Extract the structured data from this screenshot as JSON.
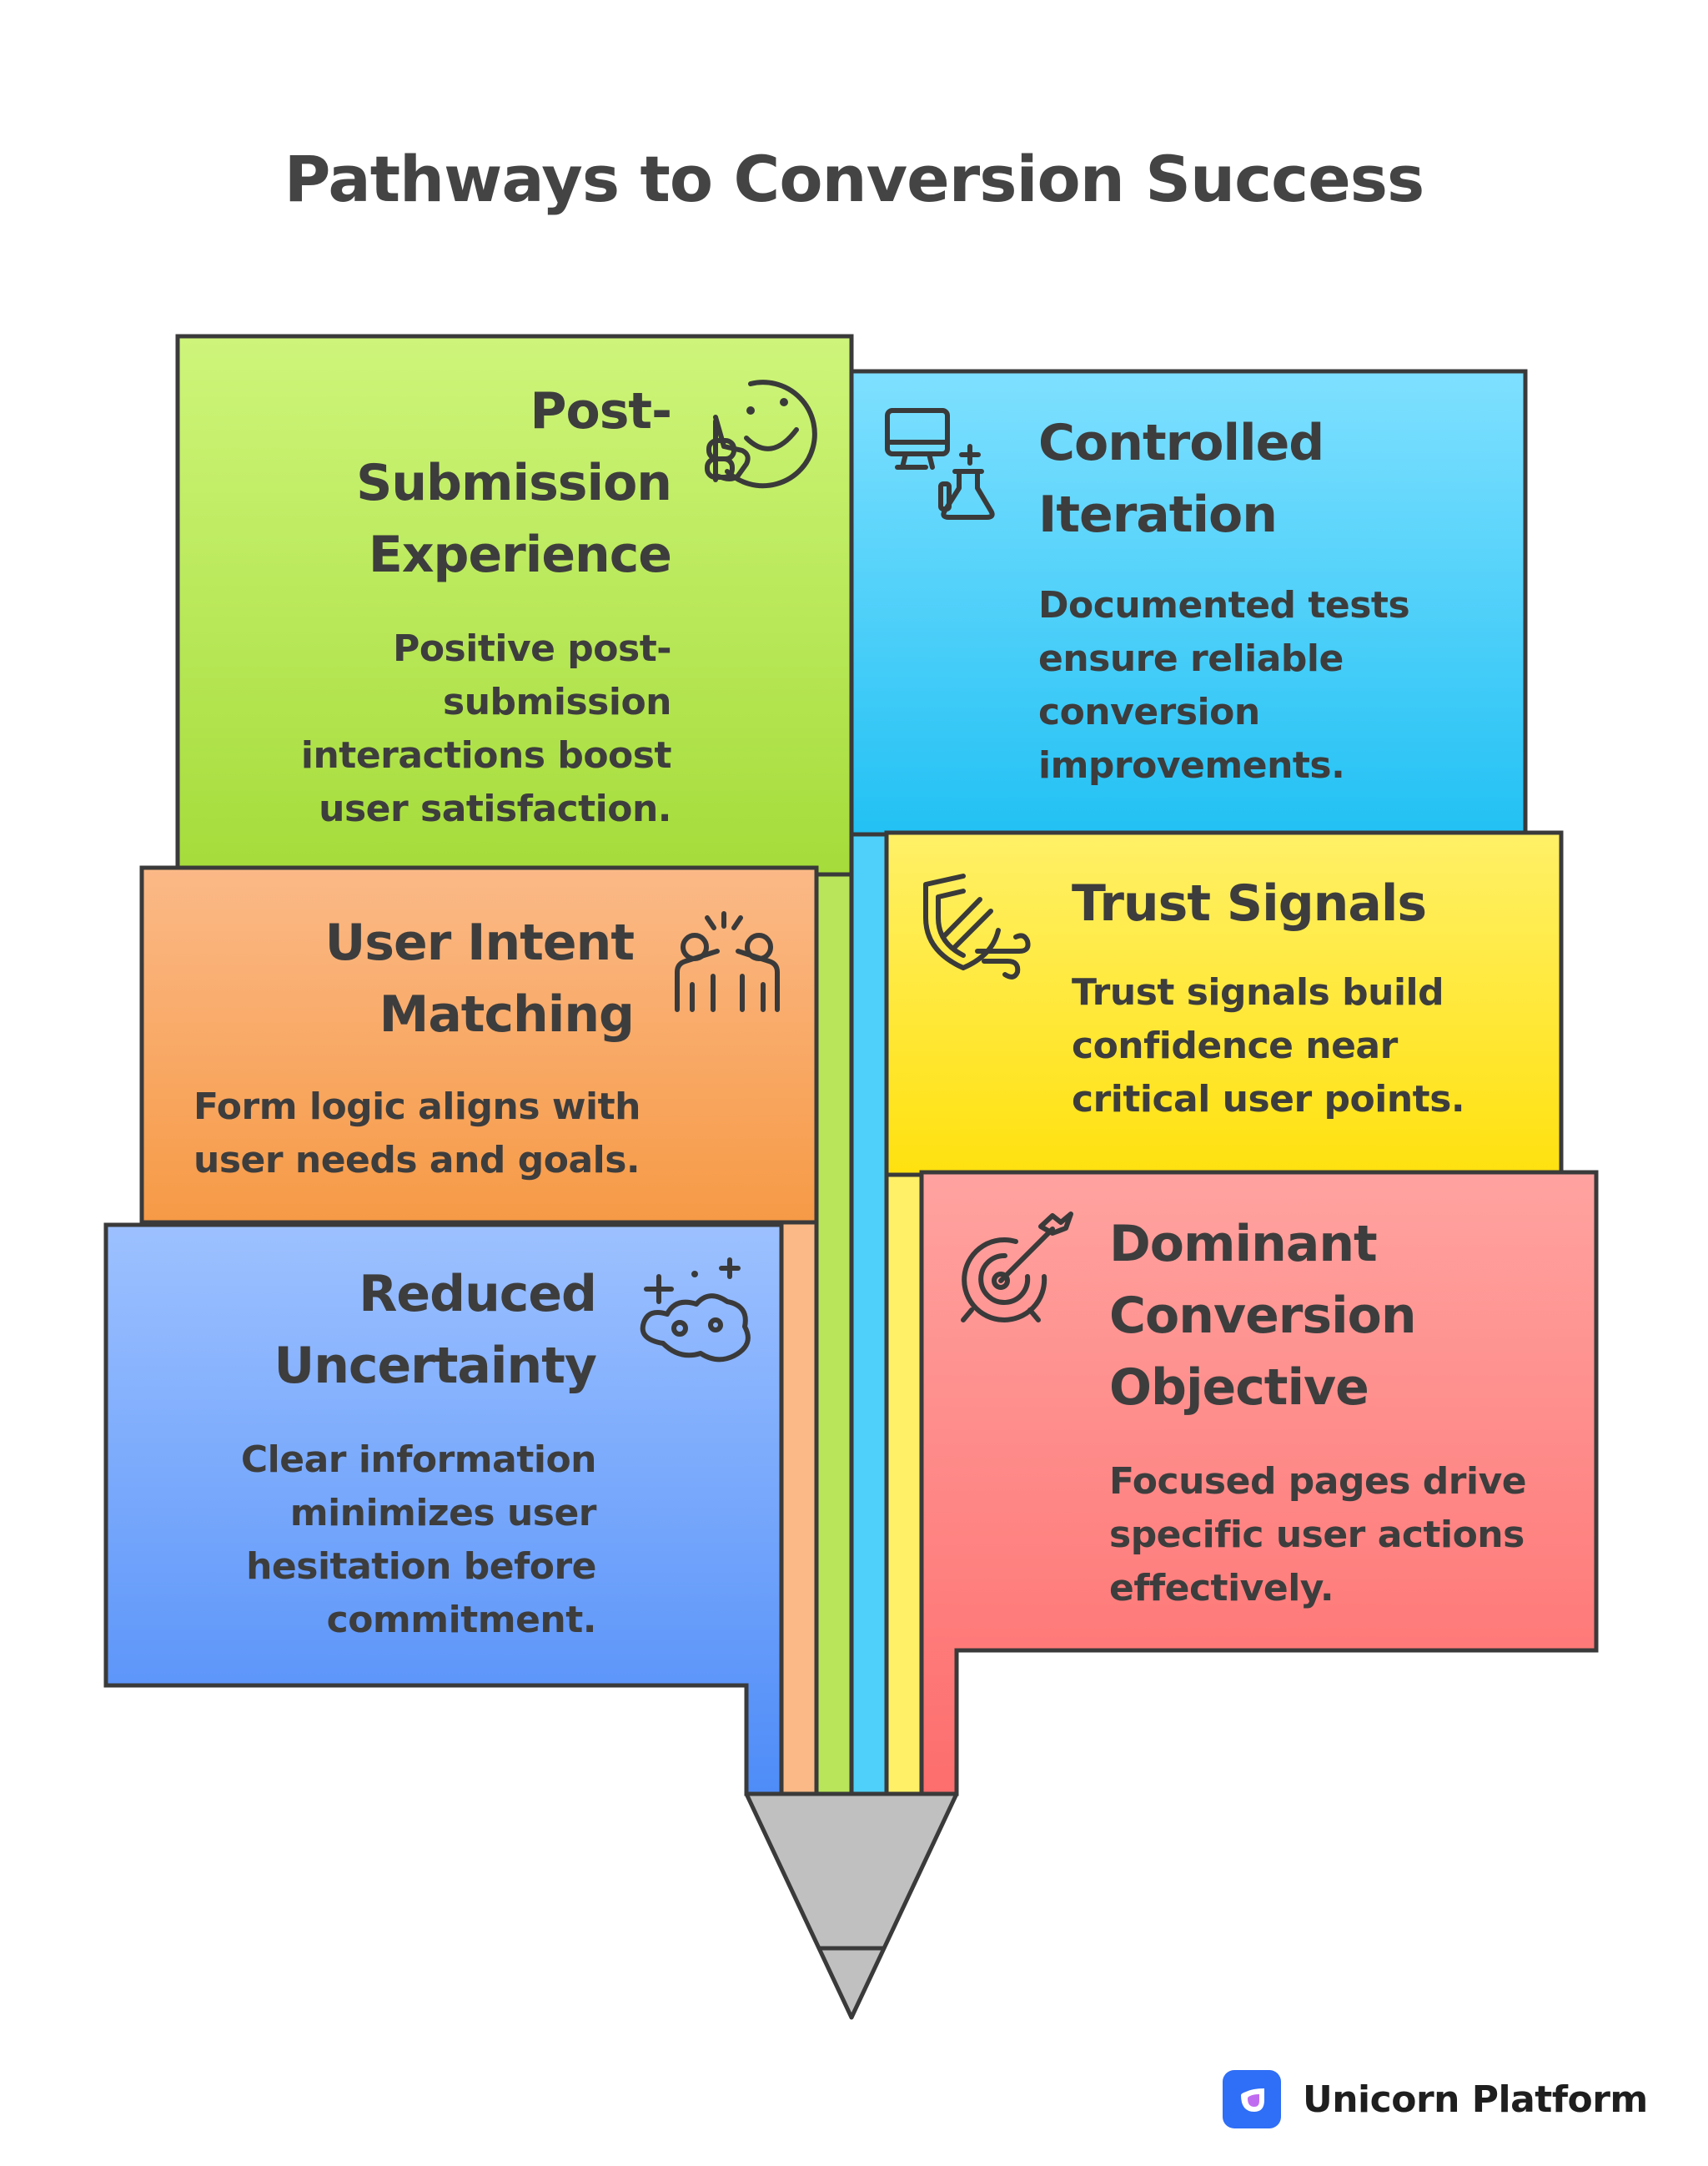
{
  "title": "Pathways to Conversion Success",
  "colors": {
    "green": "#b6e54a",
    "blue_light": "#40c9f7",
    "orange": "#f7a45a",
    "yellow": "#ffe63a",
    "blue": "#5b93fa",
    "red": "#fd7c7c",
    "outline": "#3a3a3a",
    "tip": "#c0c0c0"
  },
  "cards": [
    {
      "id": "post-submission",
      "title": "Post-Submission Experience",
      "title_lines": [
        "Post-",
        "Submission",
        "Experience"
      ],
      "body": "Positive post-submission interactions boost user satisfaction.",
      "body_lines": [
        "Positive post-",
        "submission",
        "interactions boost",
        "user satisfaction."
      ],
      "icon": "thumbs-up-smile-icon",
      "color": "green"
    },
    {
      "id": "controlled-iteration",
      "title": "Controlled Iteration",
      "title_lines": [
        "Controlled",
        "Iteration"
      ],
      "body": "Documented tests ensure reliable conversion improvements.",
      "body_lines": [
        "Documented tests",
        "ensure reliable",
        "conversion",
        "improvements."
      ],
      "icon": "computer-flask-icon",
      "color": "blue_light"
    },
    {
      "id": "user-intent",
      "title": "User Intent Matching",
      "title_lines": [
        "User Intent",
        "Matching"
      ],
      "body": "Form logic aligns with user needs and goals.",
      "body_lines": [
        "Form logic aligns with",
        "user needs and goals."
      ],
      "icon": "high-five-icon",
      "color": "orange"
    },
    {
      "id": "trust-signals",
      "title": "Trust Signals",
      "title_lines": [
        "Trust Signals"
      ],
      "body": "Trust signals build confidence near critical user points.",
      "body_lines": [
        "Trust signals build",
        "confidence near",
        "critical user points."
      ],
      "icon": "shield-wind-icon",
      "color": "yellow"
    },
    {
      "id": "reduced-uncertainty",
      "title": "Reduced Uncertainty",
      "title_lines": [
        "Reduced",
        "Uncertainty"
      ],
      "body": "Clear information minimizes user hesitation before commitment.",
      "body_lines": [
        "Clear information",
        "minimizes user",
        "hesitation before",
        "commitment."
      ],
      "icon": "cloud-sparkle-icon",
      "color": "blue"
    },
    {
      "id": "dominant-objective",
      "title": "Dominant Conversion Objective",
      "title_lines": [
        "Dominant",
        "Conversion",
        "Objective"
      ],
      "body": "Focused pages drive specific user actions effectively.",
      "body_lines": [
        "Focused pages drive",
        "specific user actions",
        "effectively."
      ],
      "icon": "target-arrow-icon",
      "color": "red"
    }
  ],
  "brand": {
    "name": "Unicorn Platform",
    "icon": "unicorn-platform-logo-icon"
  }
}
